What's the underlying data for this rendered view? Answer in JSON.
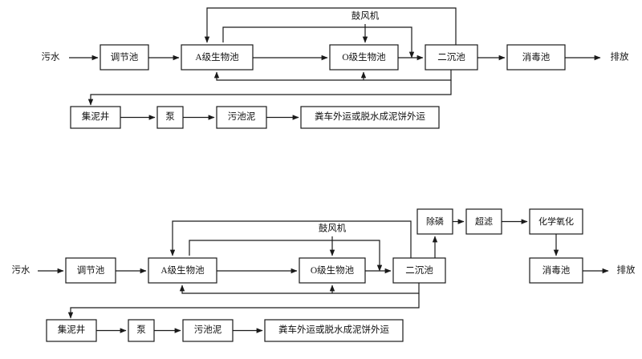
{
  "diagrams": [
    {
      "id": "diagram-1",
      "title": "",
      "inlet_label": "污水",
      "outlet_label": "排放",
      "blower_label": "鼓风机",
      "main_line": [
        {
          "key": "tiaojiechi",
          "label": "调节池"
        },
        {
          "key": "a-ji-shengwuchi",
          "label": "A级生物池"
        },
        {
          "key": "o-ji-shengwuchi",
          "label": "O级生物池"
        },
        {
          "key": "er-chenchi",
          "label": "二沉池"
        },
        {
          "key": "xiaodúchi",
          "label": "消毒池"
        }
      ],
      "sludge_line": [
        {
          "key": "jinizhing",
          "label": "集泥井"
        },
        {
          "key": "beng",
          "label": "泵"
        },
        {
          "key": "wuchini",
          "label": "污池泥"
        },
        {
          "key": "fenche",
          "label": "粪车外运或脱水成泥饼外运"
        }
      ],
      "advanced_line": []
    },
    {
      "id": "diagram-2",
      "title": "",
      "inlet_label": "污水",
      "outlet_label": "排放",
      "blower_label": "鼓风机",
      "main_line": [
        {
          "key": "tiaojiechi",
          "label": "调节池"
        },
        {
          "key": "a-ji-shengwuchi",
          "label": "A级生物池"
        },
        {
          "key": "o-ji-shengwuchi",
          "label": "O级生物池"
        },
        {
          "key": "er-chenchi",
          "label": "二沉池"
        }
      ],
      "sludge_line": [
        {
          "key": "jinizhing",
          "label": "集泥井"
        },
        {
          "key": "beng",
          "label": "泵"
        },
        {
          "key": "wuchini",
          "label": "污池泥"
        },
        {
          "key": "fenche",
          "label": "粪车外运或脱水成泥饼外运"
        }
      ],
      "advanced_line": [
        {
          "key": "chulin",
          "label": "除磷"
        },
        {
          "key": "chaolv",
          "label": "超滤"
        },
        {
          "key": "huaxueyanghua",
          "label": "化学氧化"
        },
        {
          "key": "xiaoduchi",
          "label": "消毒池"
        }
      ]
    }
  ],
  "colors": {
    "stroke": "#1a1a1a",
    "box_fill": "#ffffff",
    "text": "#111111",
    "background": "#ffffff"
  }
}
